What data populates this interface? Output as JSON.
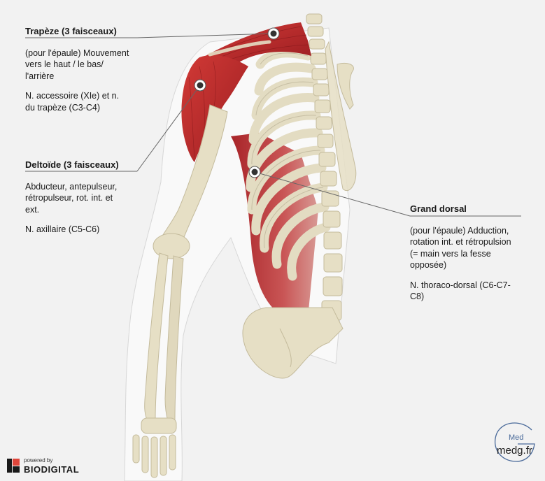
{
  "labels": {
    "trapeze": {
      "title": "Trapèze (3 faisceaux)",
      "action": [
        "(pour l'épaule) Mouvement",
        "vers le haut / le bas/",
        "l'arrière"
      ],
      "nerve": [
        "N. accessoire (XIe) et n.",
        "du trapèze (C3-C4)"
      ]
    },
    "deltoide": {
      "title": "Deltoïde (3 faisceaux)",
      "action": [
        "Abducteur, antepulseur,",
        "rétropulseur, rot. int. et",
        "ext."
      ],
      "nerve": [
        "N. axillaire (C5-C6)"
      ]
    },
    "grand_dorsal": {
      "title": "Grand dorsal",
      "action": [
        "(pour l'épaule) Adduction,",
        "rotation int. et rétropulsion",
        "(= main vers la fesse",
        "opposée)"
      ],
      "nerve": [
        "N. thoraco-dorsal (C6-C7-",
        "C8)"
      ]
    }
  },
  "branding": {
    "powered_by": "powered by",
    "biodigital": "BIODIGITAL",
    "medg_mark": "Med",
    "medg_site": "medg.fr"
  },
  "colors": {
    "muscle": "#b8272a",
    "bone": "#e8e1c8",
    "background": "#f2f2f2",
    "biodigital_red": "#e0463b",
    "medg_blue": "#4a6a9a"
  }
}
